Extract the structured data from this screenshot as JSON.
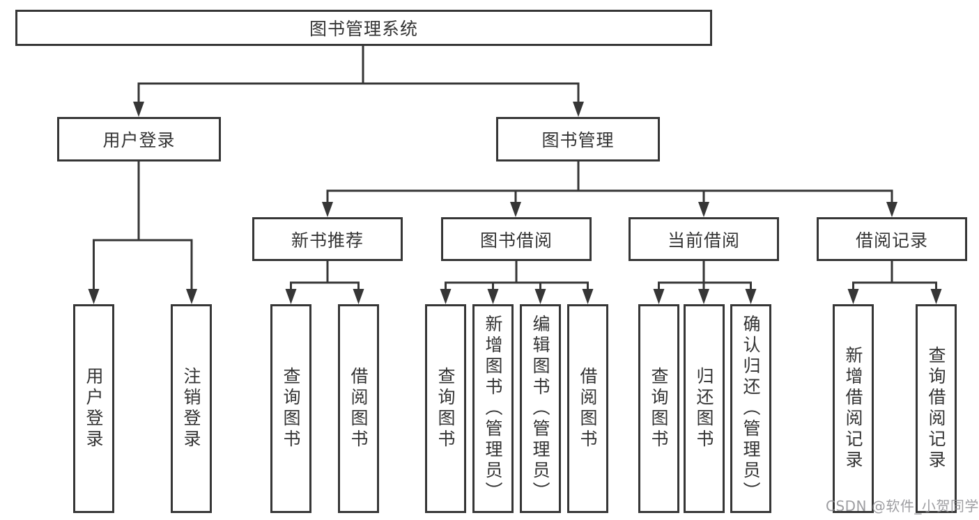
{
  "tree": {
    "label": "图书管理系统",
    "children": [
      {
        "label": "用户登录",
        "children": [
          {
            "label": "用户登录"
          },
          {
            "label": "注销登录"
          }
        ]
      },
      {
        "label": "图书管理",
        "children": [
          {
            "label": "新书推荐",
            "children": [
              {
                "label": "查询图书"
              },
              {
                "label": "借阅图书"
              }
            ]
          },
          {
            "label": "图书借阅",
            "children": [
              {
                "label": "查询图书"
              },
              {
                "label": "新增图书（管理员）"
              },
              {
                "label": "编辑图书（管理员）"
              },
              {
                "label": "借阅图书"
              }
            ]
          },
          {
            "label": "当前借阅",
            "children": [
              {
                "label": "查询图书"
              },
              {
                "label": "归还图书"
              },
              {
                "label": "确认归还（管理员）"
              }
            ]
          },
          {
            "label": "借阅记录",
            "children": [
              {
                "label": "新增借阅记录"
              },
              {
                "label": "查询借阅记录"
              }
            ]
          }
        ]
      }
    ]
  },
  "watermark": {
    "text": "CSDN @软件_小贺同学"
  },
  "colors": {
    "line": "#363636",
    "box_border": "#363636",
    "box_background": "#ffffff",
    "text": "#333333",
    "watermark": "#8d8d91",
    "page_background": "#ffffff"
  }
}
